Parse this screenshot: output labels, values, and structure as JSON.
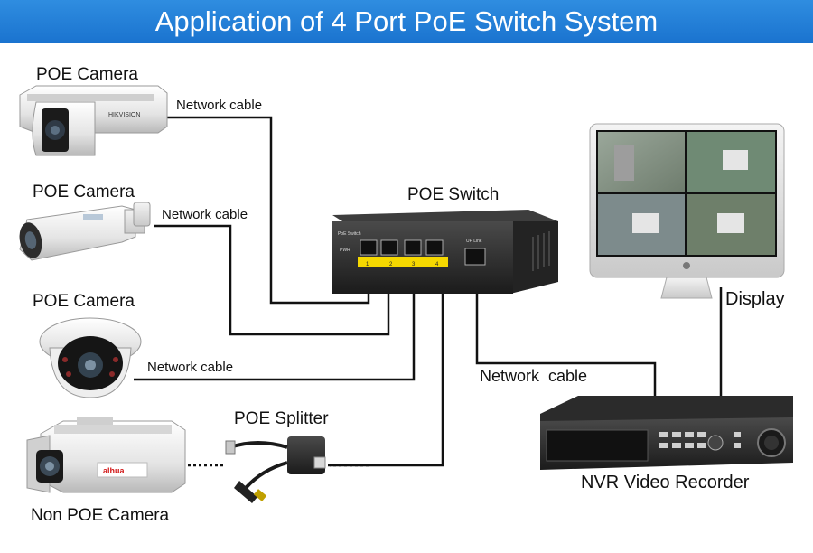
{
  "title": "Application of 4 Port PoE Switch System",
  "devices": {
    "poe_camera_1": "POE Camera",
    "poe_camera_2": "POE Camera",
    "poe_camera_3": "POE Camera",
    "non_poe_camera": "Non POE Camera",
    "poe_splitter": "POE Splitter",
    "poe_switch": "POE Switch",
    "display": "Display",
    "nvr": "NVR Video Recorder"
  },
  "cables": {
    "cable_1": "Network cable",
    "cable_2": "Network cable",
    "cable_3": "Network cable",
    "cable_nvr": "Network  cable"
  },
  "switch_panel": {
    "name": "PoE Switch",
    "power": "PWR",
    "ports": [
      "1",
      "2",
      "3",
      "4"
    ],
    "uplink": "UP Link"
  },
  "camera_brands": {
    "camera_1": "HIKVISION",
    "camera_4": "alhua"
  },
  "colors": {
    "title_bar": "#1a73cf",
    "cable": "#111111",
    "port_strip": "#f5d800",
    "switch_body": "#2a2a2a"
  }
}
